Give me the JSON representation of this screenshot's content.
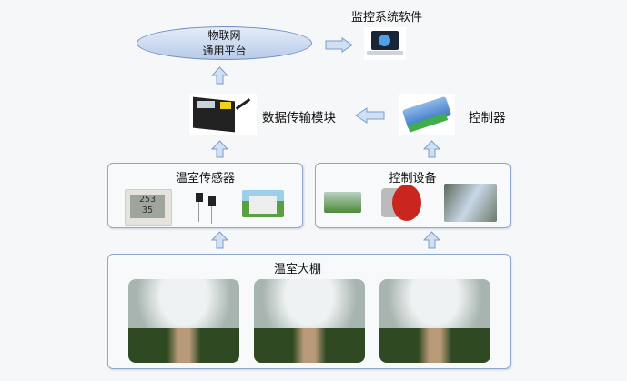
{
  "platform": {
    "line1": "物联网",
    "line2": "通用平台"
  },
  "software": {
    "title": "监控系统软件",
    "icon": "laptop-icon"
  },
  "transmission": {
    "label": "数据传输模块",
    "icon": "gprs-module"
  },
  "controller": {
    "label": "控制器",
    "icon": "controller-module"
  },
  "sensors": {
    "title": "温室传感器",
    "items": [
      "temperature-humidity-display",
      "temperature-sensor-probes",
      "weather-sensor-box"
    ]
  },
  "control_devices": {
    "title": "控制设备",
    "items": [
      "sprinkler",
      "ventilation-fan",
      "greenhouse-roof"
    ]
  },
  "greenhouse": {
    "title": "温室大棚",
    "photos": 3
  },
  "colors": {
    "arrow_fill": "#cfe0f5",
    "arrow_stroke": "#7a9cc8",
    "box_border": "#8fa8cc"
  }
}
